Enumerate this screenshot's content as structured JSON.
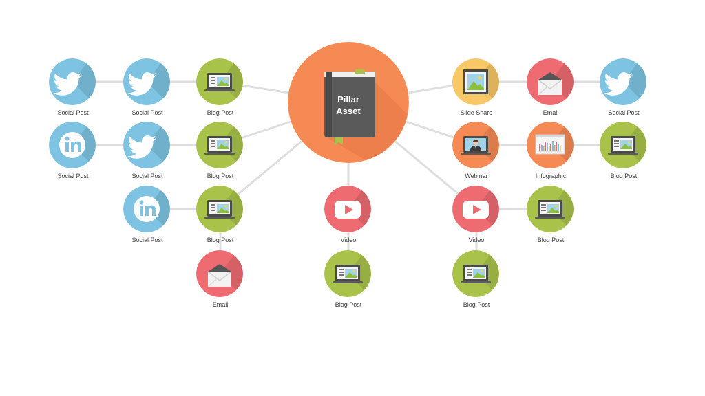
{
  "hub": {
    "line1": "Pillar",
    "line2": "Asset",
    "color": "#f58a55"
  },
  "colors": {
    "twitter": "#7ec4e2",
    "linkedin": "#7ec4e2",
    "blog": "#a9c34a",
    "email": "#ee6b72",
    "video": "#ee6b72",
    "slideshare": "#f8c766",
    "webinar": "#f58a55",
    "infographic": "#f58a55",
    "connector": "#dedede"
  },
  "nodes": [
    {
      "id": "n1",
      "type": "twitter",
      "icon": "twitter-bird-icon",
      "label": "Social Post"
    },
    {
      "id": "n2",
      "type": "twitter",
      "icon": "twitter-bird-icon",
      "label": "Social Post"
    },
    {
      "id": "n3",
      "type": "blog",
      "icon": "laptop-blog-icon",
      "label": "Blog Post"
    },
    {
      "id": "n4",
      "type": "linkedin",
      "icon": "linkedin-icon",
      "label": "Social Post"
    },
    {
      "id": "n5",
      "type": "twitter",
      "icon": "twitter-bird-icon",
      "label": "Social Post"
    },
    {
      "id": "n6",
      "type": "blog",
      "icon": "laptop-blog-icon",
      "label": "Blog Post"
    },
    {
      "id": "n7",
      "type": "linkedin",
      "icon": "linkedin-icon",
      "label": "Social Post"
    },
    {
      "id": "n8",
      "type": "blog",
      "icon": "laptop-blog-icon",
      "label": "Blog Post"
    },
    {
      "id": "n9",
      "type": "email",
      "icon": "envelope-icon",
      "label": "Email"
    },
    {
      "id": "n10",
      "type": "video",
      "icon": "play-button-icon",
      "label": "Video"
    },
    {
      "id": "n11",
      "type": "blog",
      "icon": "laptop-blog-icon",
      "label": "Blog Post"
    },
    {
      "id": "n12",
      "type": "slideshare",
      "icon": "picture-frame-icon",
      "label": "Slide Share"
    },
    {
      "id": "n13",
      "type": "email",
      "icon": "envelope-icon",
      "label": "Email"
    },
    {
      "id": "n14",
      "type": "twitter",
      "icon": "twitter-bird-icon",
      "label": "Social Post"
    },
    {
      "id": "n15",
      "type": "webinar",
      "icon": "presenter-laptop-icon",
      "label": "Webinar"
    },
    {
      "id": "n16",
      "type": "infographic",
      "icon": "bar-chart-board-icon",
      "label": "Infographic"
    },
    {
      "id": "n17",
      "type": "blog",
      "icon": "laptop-blog-icon",
      "label": "Blog Post"
    },
    {
      "id": "n18",
      "type": "video",
      "icon": "play-button-icon",
      "label": "Video"
    },
    {
      "id": "n19",
      "type": "blog",
      "icon": "laptop-blog-icon",
      "label": "Blog Post"
    },
    {
      "id": "n20",
      "type": "blog",
      "icon": "laptop-blog-icon",
      "label": "Blog Post"
    }
  ],
  "links": [
    [
      "n1",
      "n2"
    ],
    [
      "n2",
      "n3"
    ],
    [
      "n3",
      "hub"
    ],
    [
      "n4",
      "n5"
    ],
    [
      "n5",
      "n6"
    ],
    [
      "n6",
      "hub"
    ],
    [
      "n7",
      "n8"
    ],
    [
      "n8",
      "hub"
    ],
    [
      "n8",
      "n9"
    ],
    [
      "n10",
      "hub"
    ],
    [
      "n10",
      "n11"
    ],
    [
      "hub",
      "n12"
    ],
    [
      "n12",
      "n13"
    ],
    [
      "n13",
      "n14"
    ],
    [
      "hub",
      "n15"
    ],
    [
      "n15",
      "n16"
    ],
    [
      "n16",
      "n17"
    ],
    [
      "hub",
      "n18"
    ],
    [
      "n18",
      "n19"
    ],
    [
      "n18",
      "n20"
    ]
  ]
}
